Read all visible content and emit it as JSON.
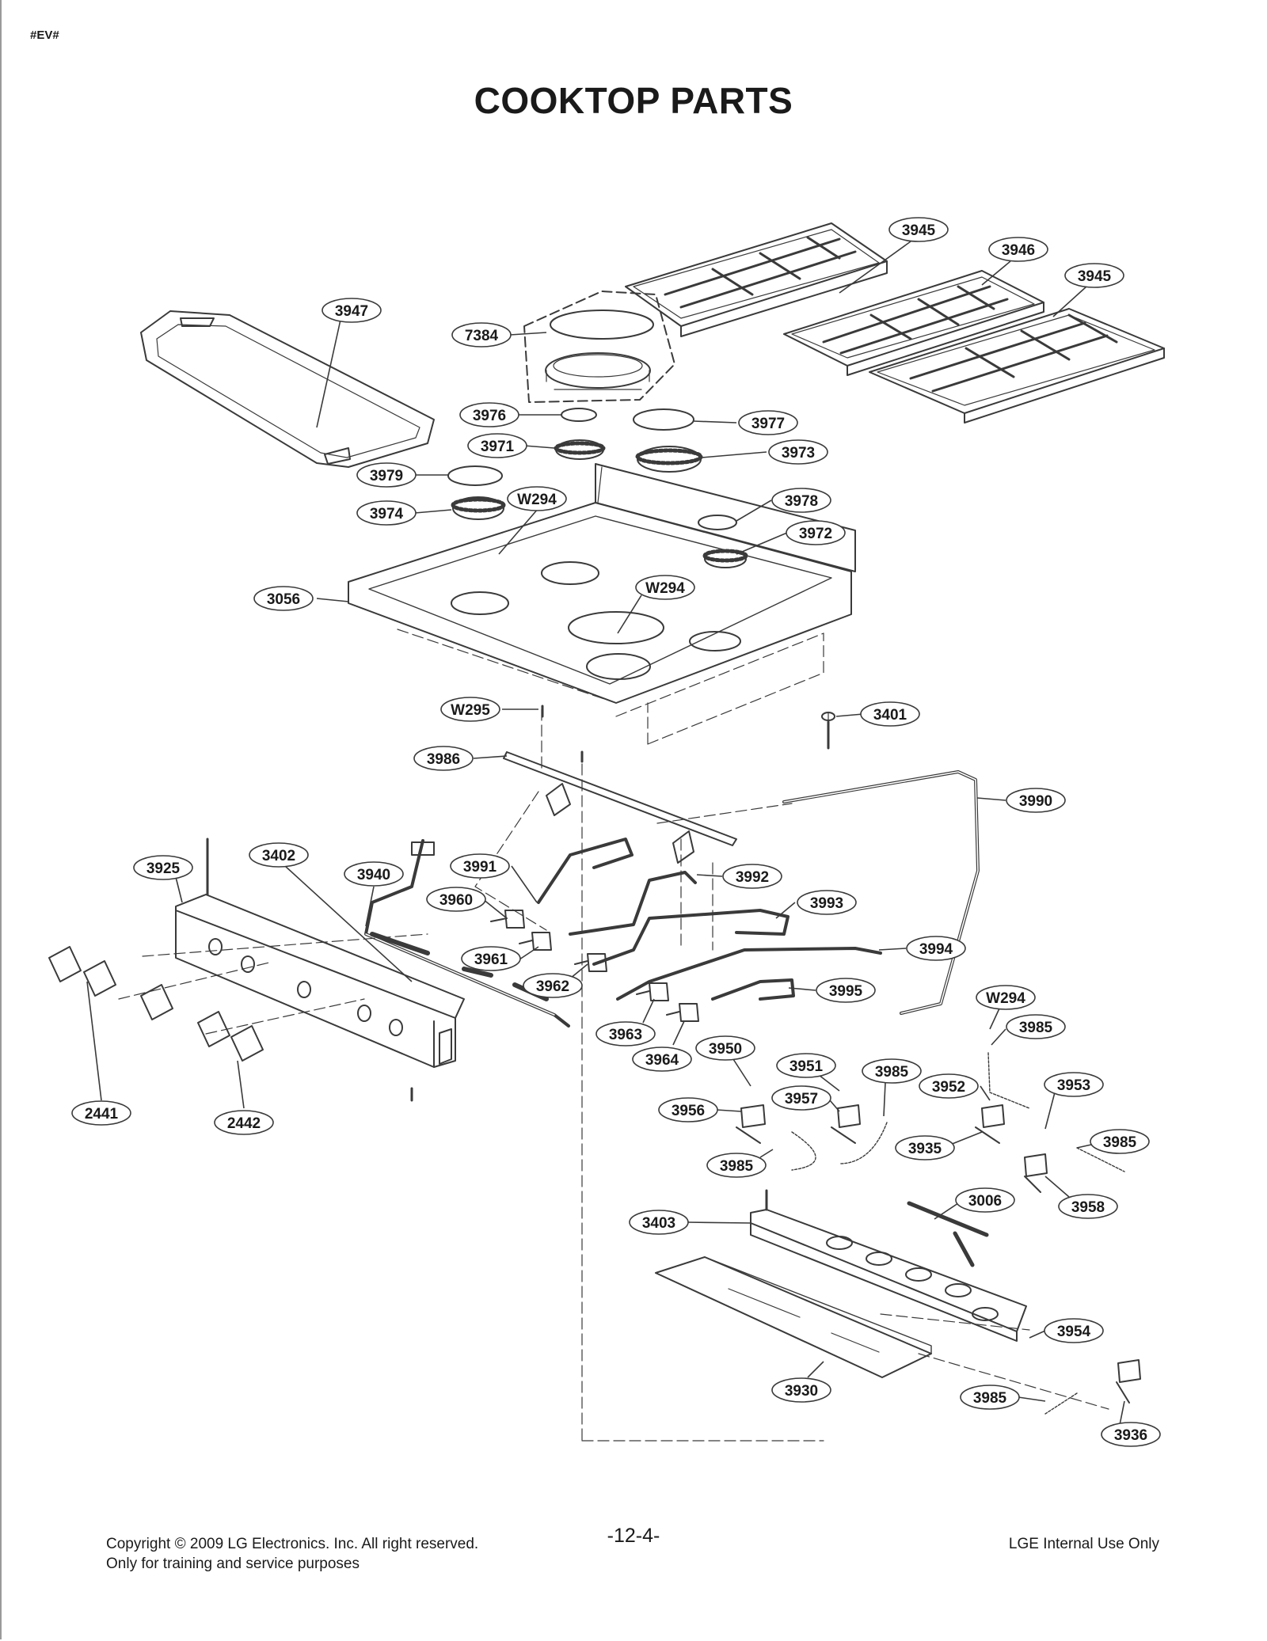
{
  "doc_code": "#EV#",
  "title": "COOKTOP PARTS",
  "footer": {
    "copyright": "Copyright © 2009 LG Electronics. Inc. All right reserved.",
    "note": "Only for training and service purposes",
    "page_number": "-12-4-",
    "internal": "LGE Internal Use Only"
  },
  "part_labels": [
    "3945",
    "3946",
    "3945",
    "3947",
    "7384",
    "3976",
    "3977",
    "3971",
    "3973",
    "3979",
    "3978",
    "3974",
    "W294",
    "3972",
    "3056",
    "W294",
    "W295",
    "3401",
    "3986",
    "3990",
    "3925",
    "3402",
    "3940",
    "3991",
    "3992",
    "3960",
    "3993",
    "3994",
    "3961",
    "3962",
    "3995",
    "W294",
    "3985",
    "3963",
    "3964",
    "3950",
    "3951",
    "3985",
    "3952",
    "3953",
    "3956",
    "3957",
    "3985",
    "3935",
    "3985",
    "3958",
    "2441",
    "2442",
    "3006",
    "3403",
    "3954",
    "3930",
    "3985",
    "3936"
  ]
}
